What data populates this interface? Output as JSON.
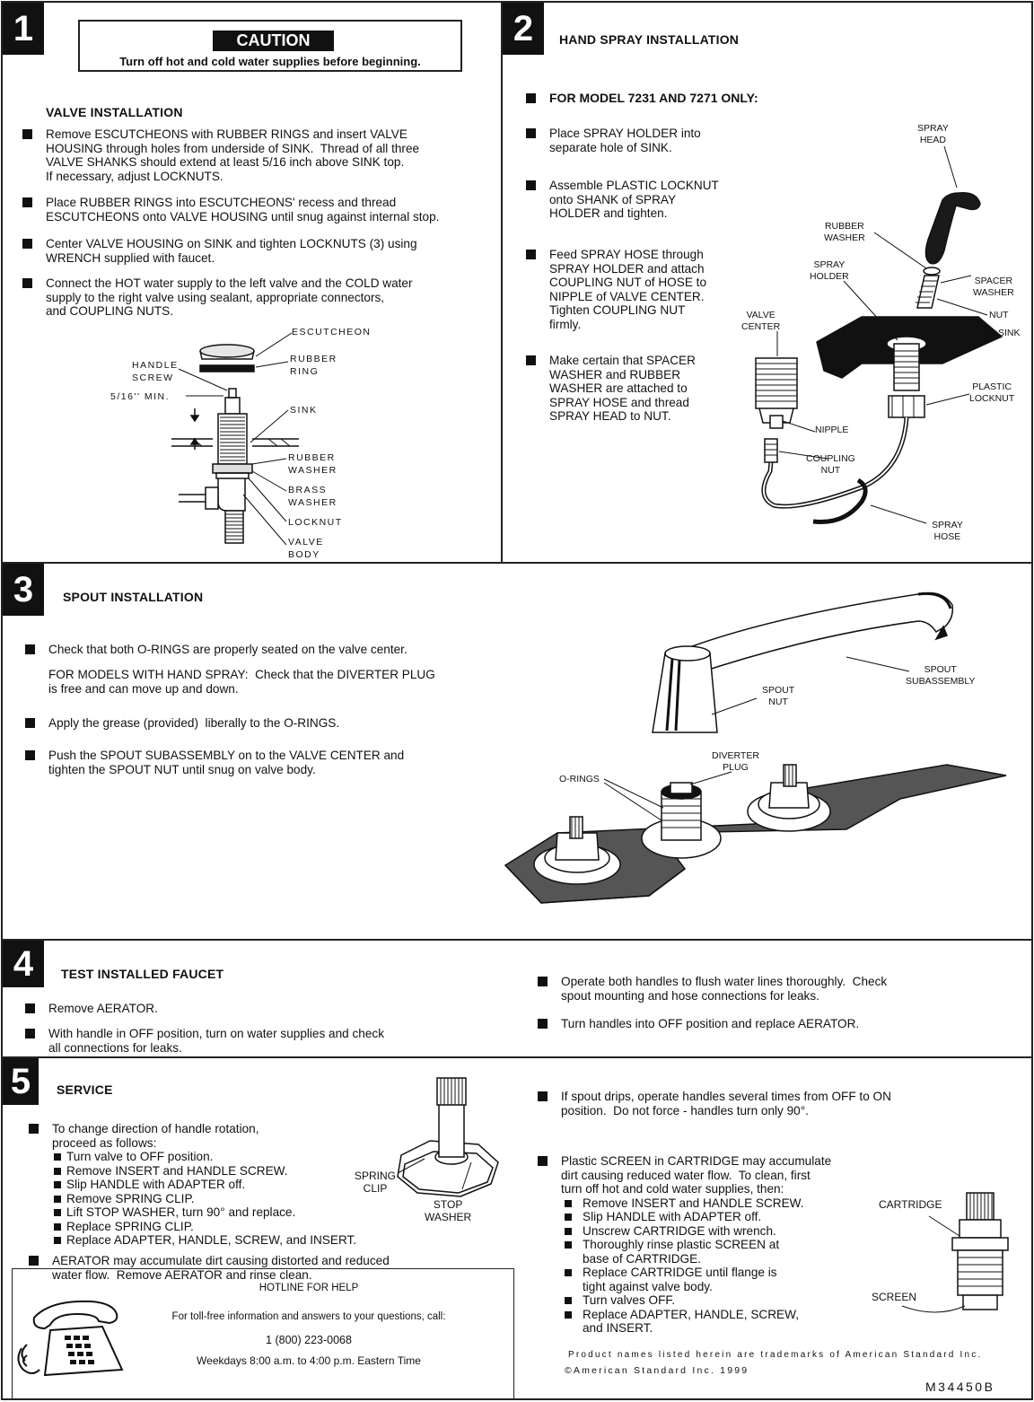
{
  "s1": {
    "number": "1",
    "caution_title": "CAUTION",
    "caution_text": "Turn off hot and cold water supplies before beginning.",
    "title": "VALVE INSTALLATION",
    "bullets": [
      "Remove ESCUTCHEONS with RUBBER RINGS and insert VALVE\nHOUSING through holes from underside of SINK.  Thread of all three\nVALVE SHANKS should extend at least 5/16 inch above SINK top.\nIf necessary, adjust LOCKNUTS.",
      "Place RUBBER RINGS into ESCUTCHEONS' recess and thread\nESCUTCHEONS onto VALVE HOUSING until snug against internal stop.",
      "Center VALVE HOUSING on SINK and tighten LOCKNUTS (3) using\nWRENCH supplied with faucet.",
      "Connect the HOT water supply to the left valve and the COLD water\nsupply to the right valve using sealant, appropriate connectors,\nand COUPLING NUTS."
    ],
    "labels": {
      "escutcheon": "ESCUTCHEON",
      "rubber_ring": "RUBBER\nRING",
      "handle_screw": "HANDLE\nSCREW",
      "min": "5/16'' MIN.",
      "sink": "SINK",
      "rubber_washer": "RUBBER\nWASHER",
      "brass_washer": "BRASS\nWASHER",
      "locknut": "LOCKNUT",
      "valve_body": "VALVE\nBODY"
    }
  },
  "s2": {
    "number": "2",
    "title": "HAND SPRAY INSTALLATION",
    "model_note": "FOR MODEL 7231 AND 7271 ONLY:",
    "bullets": [
      "Place SPRAY HOLDER into\nseparate hole of SINK.",
      "Assemble PLASTIC LOCKNUT\nonto SHANK of SPRAY\nHOLDER and tighten.",
      "Feed SPRAY HOSE through\nSPRAY HOLDER and attach\nCOUPLING NUT of HOSE to\nNIPPLE of VALVE CENTER.\nTighten COUPLING NUT\nfirmly.",
      "Make certain that SPACER\nWASHER and RUBBER\nWASHER are attached to\nSPRAY HOSE and thread\nSPRAY HEAD to NUT."
    ],
    "labels": {
      "spray_head": "SPRAY\nHEAD",
      "rubber_washer": "RUBBER\nWASHER",
      "spray_holder": "SPRAY\nHOLDER",
      "spacer_washer": "SPACER\nWASHER",
      "valve_center": "VALVE\nCENTER",
      "nut": "NUT",
      "sink": "SINK",
      "plastic_locknut": "PLASTIC\nLOCKNUT",
      "nipple": "NIPPLE",
      "coupling_nut": "COUPLING\nNUT",
      "spray_hose": "SPRAY\nHOSE"
    }
  },
  "s3": {
    "number": "3",
    "title": "SPOUT INSTALLATION",
    "bullet1": "Check that both O-RINGS are properly seated on the valve center.",
    "hand_spray_note": "FOR MODELS WITH HAND SPRAY:  Check that the DIVERTER PLUG\nis free and can move up and down.",
    "bullet2": "Apply the grease (provided)  liberally to the O-RINGS.",
    "bullet3": "Push the SPOUT SUBASSEMBLY on to the VALVE CENTER and\ntighten the SPOUT NUT until snug on valve body.",
    "labels": {
      "spout_subassembly": "SPOUT\nSUBASSEMBLY",
      "spout_nut": "SPOUT\nNUT",
      "diverter_plug": "DIVERTER\nPLUG",
      "o_rings": "O-RINGS"
    }
  },
  "s4": {
    "number": "4",
    "title": "TEST INSTALLED FAUCET",
    "left": [
      "Remove AERATOR.",
      "With handle in OFF position, turn on water supplies and check\nall connections for leaks."
    ],
    "right": [
      "Operate both handles to flush water lines thoroughly.  Check\nspout mounting and hose connections for leaks.",
      "Turn handles into OFF position and replace AERATOR."
    ]
  },
  "s5": {
    "number": "5",
    "title": "SERVICE",
    "rotation_intro": "To change direction of handle rotation,\nproceed as follows:",
    "rotation_steps": [
      "Turn valve to OFF position.",
      "Remove INSERT and HANDLE SCREW.",
      "Slip HANDLE with ADAPTER off.",
      "Remove SPRING CLIP.",
      "Lift STOP WASHER, turn 90° and replace.",
      "Replace SPRING CLIP.",
      "Replace ADAPTER, HANDLE, SCREW, and INSERT."
    ],
    "aerator": "AERATOR may accumulate dirt causing distorted and reduced\nwater flow.  Remove AERATOR and rinse clean.",
    "labels": {
      "spring_clip": "SPRING\nCLIP",
      "stop_washer": "STOP\nWASHER",
      "cartridge": "CARTRIDGE",
      "screen": "SCREEN"
    },
    "drip": "If spout drips, operate handles several times from OFF to ON\nposition.  Do not force - handles turn only 90°.",
    "screen_intro": "Plastic SCREEN in CARTRIDGE may accumulate\ndirt causing reduced water flow.  To clean, first\nturn off hot and cold water supplies, then:",
    "screen_steps": [
      "Remove INSERT and HANDLE SCREW.",
      "Slip HANDLE with ADAPTER off.",
      "Unscrew CARTRIDGE with wrench.",
      "Thoroughly rinse plastic SCREEN at\nbase of CARTRIDGE.",
      "Replace CARTRIDGE until flange is\ntight against valve body.",
      "Turn valves OFF.",
      "Replace ADAPTER, HANDLE, SCREW,\nand INSERT."
    ],
    "hotline_title": "HOTLINE FOR HELP",
    "hotline_text": "For toll-free information and answers to your questions, call:",
    "phone": "1 (800) 223-0068",
    "hours": "Weekdays 8:00 a.m. to 4:00 p.m. Eastern Time",
    "trademark": "Product names listed herein are trademarks of American Standard Inc.",
    "copyright": "©American Standard Inc. 1999",
    "doc_code": "M34450B"
  }
}
